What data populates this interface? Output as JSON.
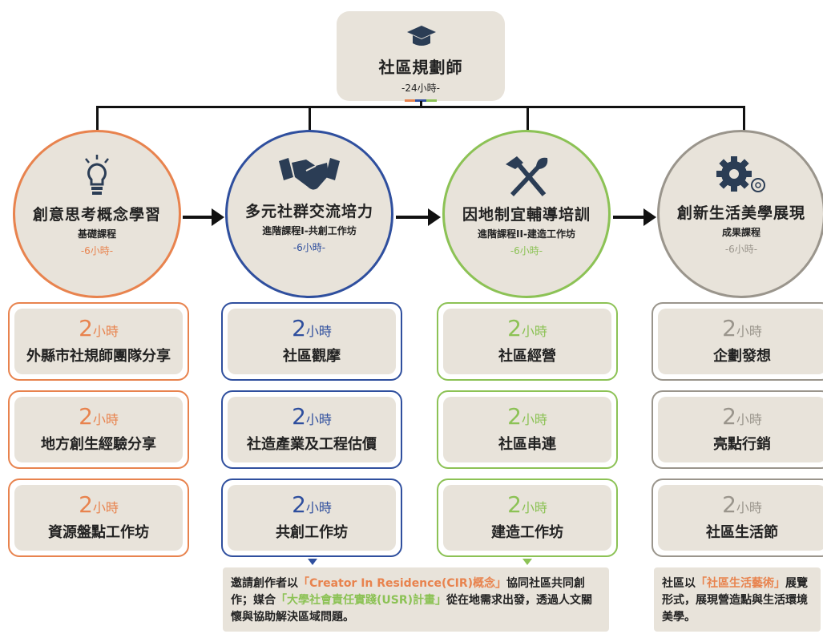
{
  "top": {
    "title": "社區規劃師",
    "hours": "-24小時-",
    "icon": "graduation-cap-icon"
  },
  "colors": {
    "orange": "#e8834e",
    "blue": "#2f4f9e",
    "green": "#8cc255",
    "gray": "#9a958c",
    "beige": "#e8e3da"
  },
  "columns": [
    {
      "title": "創意思考概念學習",
      "sub": "基礎課程",
      "hours": "-6小時-",
      "icon": "lightbulb-icon",
      "sessions": [
        {
          "num": "2",
          "unit": "小時",
          "name": "外縣市社規師團隊分享"
        },
        {
          "num": "2",
          "unit": "小時",
          "name": "地方創生經驗分享"
        },
        {
          "num": "2",
          "unit": "小時",
          "name": "資源盤點工作坊"
        }
      ]
    },
    {
      "title": "多元社群交流培力",
      "sub": "進階課程I-共創工作坊",
      "hours": "-6小時-",
      "icon": "handshake-icon",
      "sessions": [
        {
          "num": "2",
          "unit": "小時",
          "name": "社區觀摩"
        },
        {
          "num": "2",
          "unit": "小時",
          "name": "社造產業及工程估價"
        },
        {
          "num": "2",
          "unit": "小時",
          "name": "共創工作坊"
        }
      ]
    },
    {
      "title": "因地制宜輔導培訓",
      "sub": "進階課程II-建造工作坊",
      "hours": "-6小時-",
      "icon": "tools-icon",
      "sessions": [
        {
          "num": "2",
          "unit": "小時",
          "name": "社區經營"
        },
        {
          "num": "2",
          "unit": "小時",
          "name": "社區串連"
        },
        {
          "num": "2",
          "unit": "小時",
          "name": "建造工作坊"
        }
      ]
    },
    {
      "title": "創新生活美學展現",
      "sub": "成果課程",
      "hours": "-6小時-",
      "icon": "gears-icon",
      "sessions": [
        {
          "num": "2",
          "unit": "小時",
          "name": "企劃發想"
        },
        {
          "num": "2",
          "unit": "小時",
          "name": "亮點行銷"
        },
        {
          "num": "2",
          "unit": "小時",
          "name": "社區生活節"
        }
      ]
    }
  ],
  "notes": {
    "left": {
      "p1": "邀請創作者以",
      "h1": "「Creator In Residence(CIR)概念」",
      "p2": "協同社區共同創作；媒合",
      "h2": "「大學社會責任實踐(USR)計畫」",
      "p3": "從在地需求出發，透過人文關懷與協助解決區域問題。"
    },
    "right": {
      "p1": "社區以",
      "h1": "「社區生活藝術」",
      "p2": "展覽形式，展現營造點與生活環境美學。"
    }
  }
}
